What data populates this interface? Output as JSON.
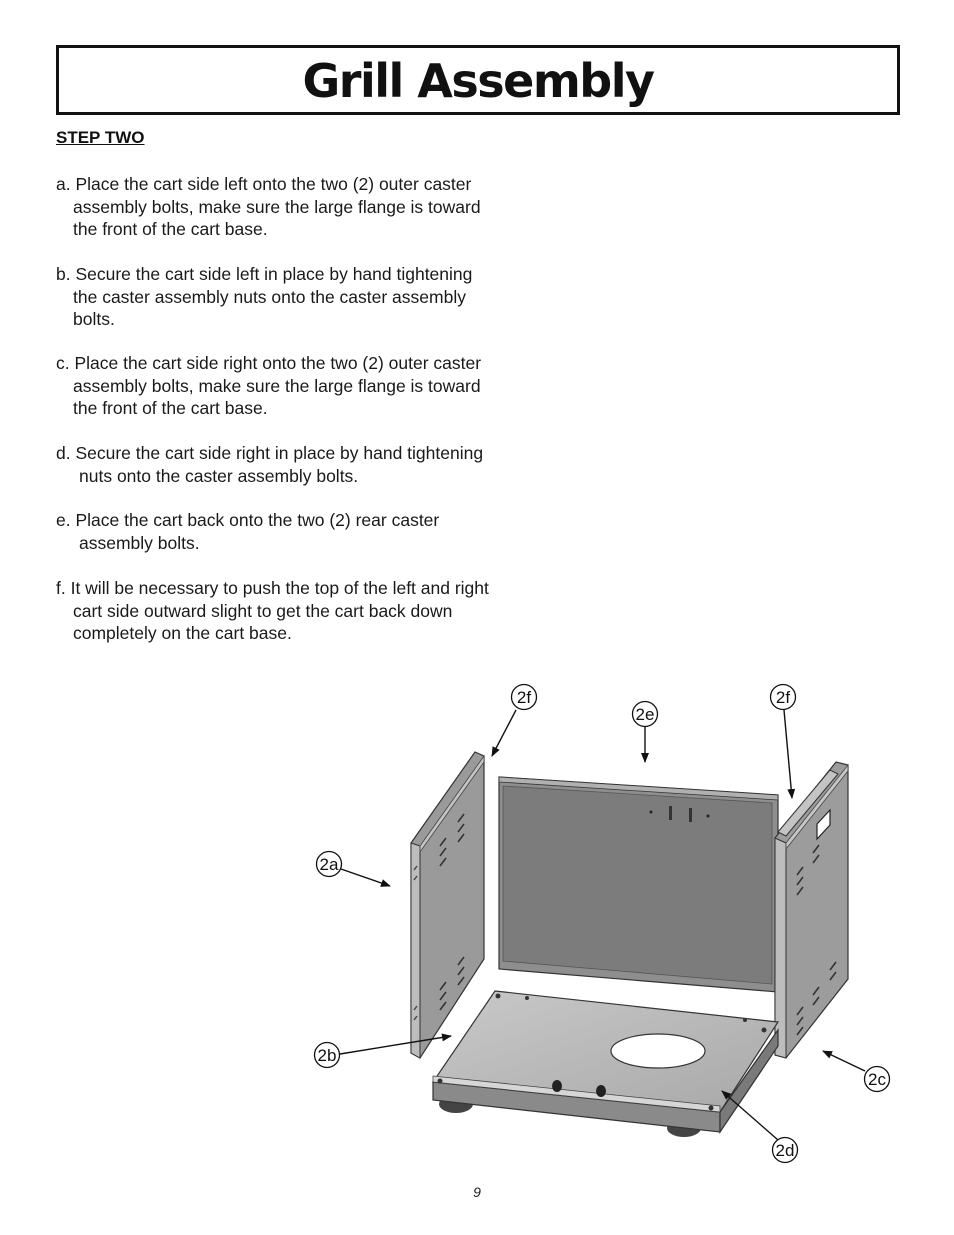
{
  "header": {
    "title": "Grill Assembly"
  },
  "step": {
    "heading": "STEP TWO",
    "items": [
      {
        "first": "a. Place the cart side left onto the two (2) outer caster",
        "rest": [
          "assembly bolts, make sure the large flange is toward",
          "the front of the cart base."
        ]
      },
      {
        "first": "b. Secure the cart side left in place by hand tightening",
        "rest": [
          "the caster assembly nuts onto the caster assembly",
          "bolts."
        ]
      },
      {
        "first": "c. Place the cart side right onto the two (2) outer caster",
        "rest": [
          "assembly bolts, make sure the large flange is toward",
          "the front of the cart base."
        ]
      },
      {
        "first": "d. Secure the cart side right in place by hand tightening",
        "rest": [
          "nuts onto the caster assembly bolts."
        ]
      },
      {
        "first": "e. Place the cart back onto the two (2) rear caster",
        "rest": [
          "assembly bolts."
        ]
      },
      {
        "first": "f. It will be necessary to push the top of the left and right",
        "rest": [
          "cart side outward slight to get the cart back down",
          "completely on the cart base."
        ]
      }
    ]
  },
  "diagram": {
    "callouts": {
      "c2a": "2a",
      "c2b": "2b",
      "c2c": "2c",
      "c2d": "2d",
      "c2e": "2e",
      "c2f_left": "2f",
      "c2f_right": "2f"
    }
  },
  "footer": {
    "page_number": "9"
  }
}
